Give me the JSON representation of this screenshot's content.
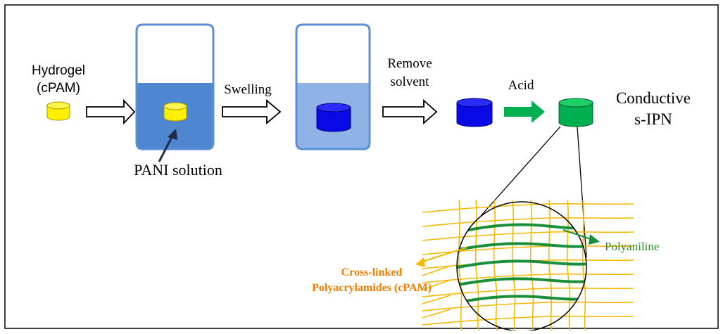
{
  "labels": {
    "hydrogel_line1": "Hydrogel",
    "hydrogel_line2": "(cPAM)",
    "swelling": "Swelling",
    "remove_line1": "Remove",
    "remove_line2": "solvent",
    "acid": "Acid",
    "conductive_line1": "Conductive",
    "conductive_line2": "s-IPN",
    "pani_solution": "PANI solution",
    "cross_linked_line1": "Cross-linked",
    "cross_linked_line2": "Polyacrylamides (cPAM)",
    "polyaniline": "Polyaniline"
  },
  "colors": {
    "hydrogel_yellow": "#ffef00",
    "swollen_blue": "#0a0ae6",
    "conductive_green": "#00b050",
    "beaker_outline": "#5b8fd6",
    "pani_solution_fill": "#4f86d0",
    "remaining_solvent_fill": "#8fb3e6",
    "network_yellow": "#f5b800",
    "polyaniline_green": "#1a8f3a",
    "cpam_label_orange": "#f07d00",
    "polyaniline_label_green": "#2e8b2e"
  }
}
